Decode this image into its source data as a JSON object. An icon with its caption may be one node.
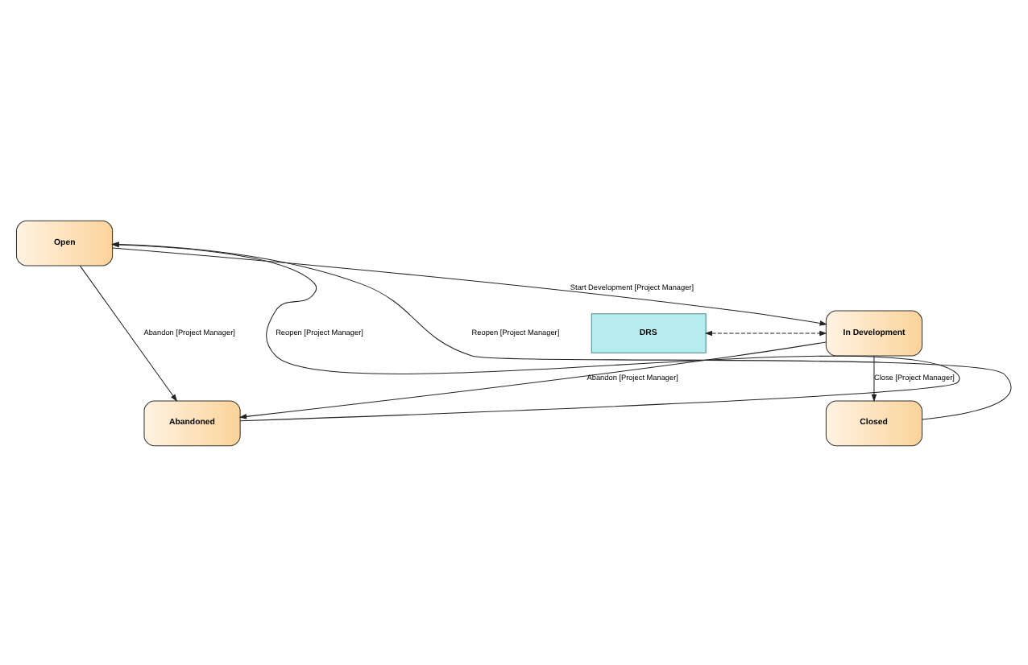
{
  "diagram": {
    "nodes": [
      {
        "text": [
          "Open"
        ]
      },
      {
        "text": [
          "Abandoned"
        ]
      },
      {
        "text": [
          "DRS"
        ]
      },
      {
        "text": [
          "In Development"
        ]
      },
      {
        "text": [
          "Closed"
        ]
      }
    ],
    "edges": [
      {
        "from": 1,
        "to": 0,
        "arrow": "to",
        "label": "Reopen [Project Manager]"
      },
      {
        "from": 0,
        "to": 1,
        "arrow": "to",
        "label": "Abandon [Project Manager]"
      },
      {
        "from": 0,
        "to": 3,
        "arrow": "to",
        "label": "Start Development [Project Manager]"
      },
      {
        "from": 2,
        "to": 3,
        "arrow": "both",
        "style": "dashed"
      },
      {
        "from": 3,
        "to": 1,
        "arrow": "to",
        "label": "Abandon [Project Manager]"
      },
      {
        "from": 3,
        "to": 4,
        "arrow": "to",
        "label": "Close [Project Manager]"
      },
      {
        "from": 4,
        "to": 0,
        "arrow": "to",
        "label": "Reopen [Project Manager]"
      }
    ]
  }
}
